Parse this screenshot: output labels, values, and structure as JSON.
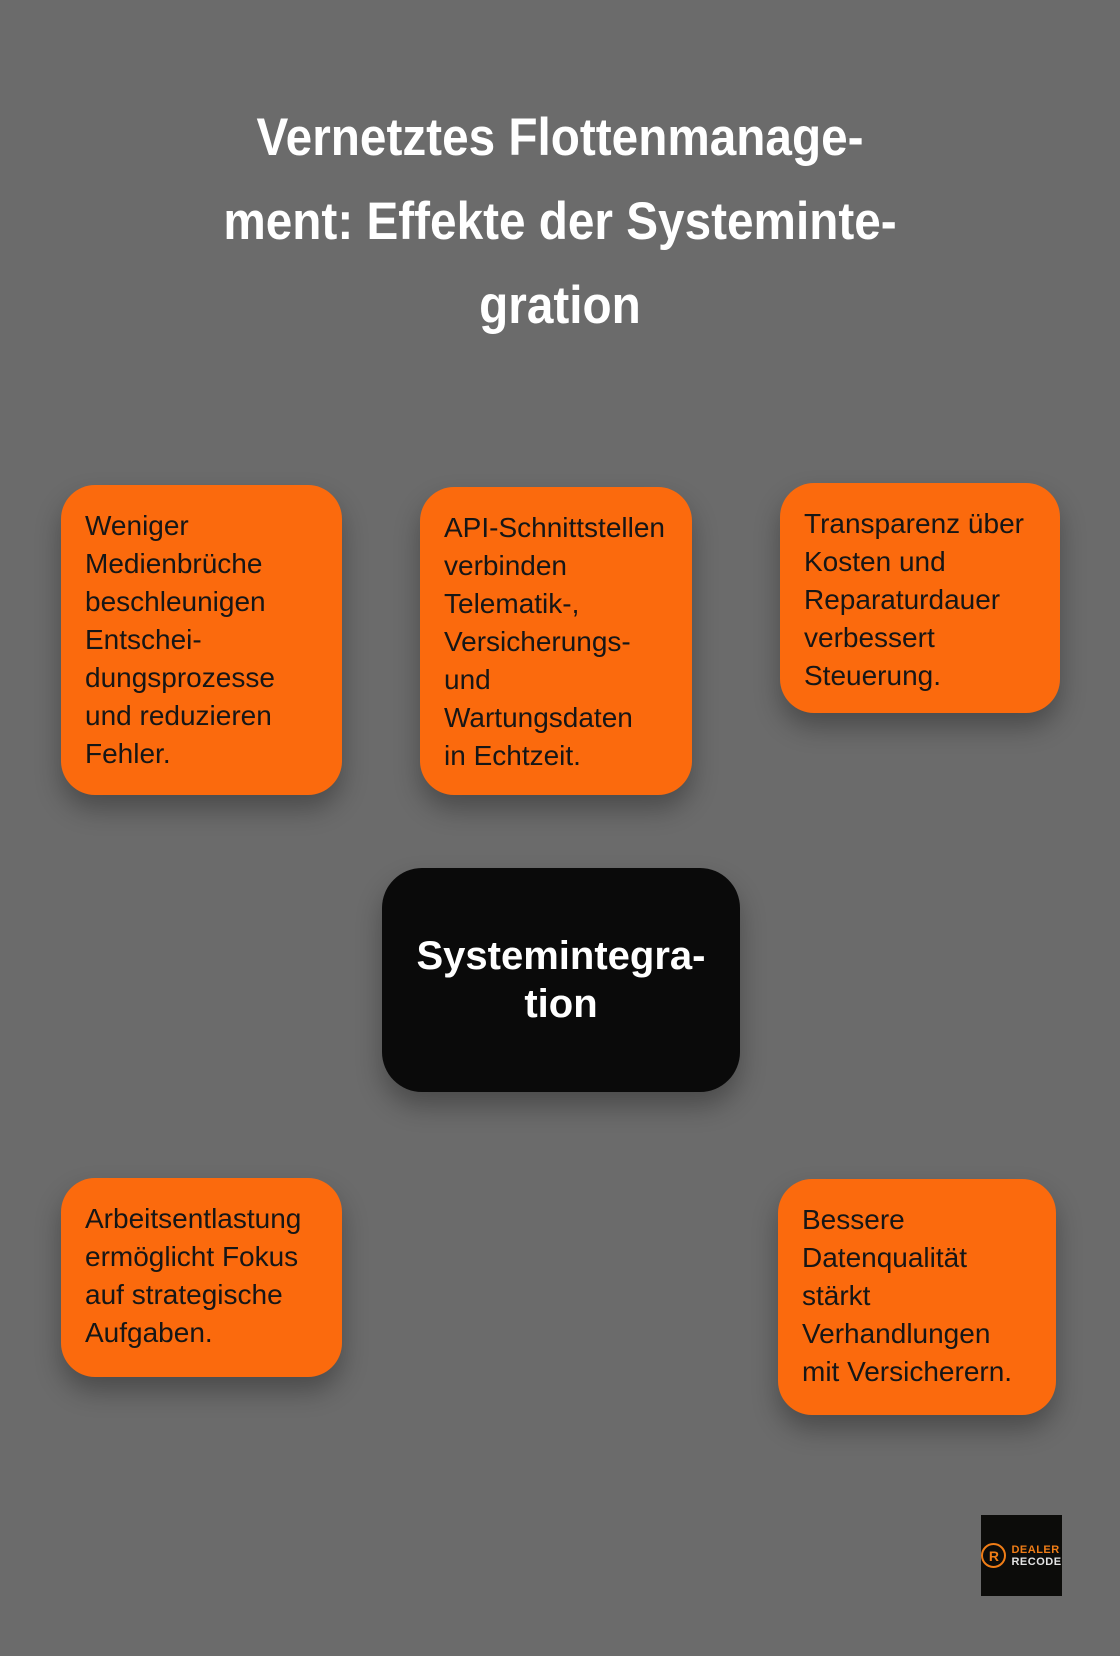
{
  "colors": {
    "background": "#6b6b6b",
    "card_orange": "#fb6a0d",
    "center_black": "#0a0a0a",
    "title_white": "#ffffff",
    "body_text": "#161616",
    "logo_orange": "#f07d16",
    "logo_gray": "#e3e3e3"
  },
  "title": {
    "text": "Vernetztes Flottenmanage-\nment: Effekte der Systeminte-\ngration"
  },
  "center_node": {
    "text": "Systemintegra-\ntion"
  },
  "nodes": [
    {
      "id": "top-left",
      "text": "Weniger\nMedienbrüche\nbeschleunigen\nEntschei-\ndungsprozesse\nund reduzieren\nFehler."
    },
    {
      "id": "top-middle",
      "text": "API-Schnittstellen\nverbinden\nTelematik-,\nVersicherungs-\nund\nWartungsdaten\nin Echtzeit."
    },
    {
      "id": "top-right",
      "text": "Transparenz über\nKosten und\nReparaturdauer\nverbessert\nSteuerung."
    },
    {
      "id": "bottom-left",
      "text": "Arbeitsentlastung\nermöglicht Fokus\nauf strategische\nAufgaben."
    },
    {
      "id": "bottom-right",
      "text": "Bessere\nDatenqualität\nstärkt\nVerhandlungen\nmit Versicherern."
    }
  ],
  "logo": {
    "monogram": "R",
    "line1": "DEALER",
    "line2": "RECODE"
  }
}
